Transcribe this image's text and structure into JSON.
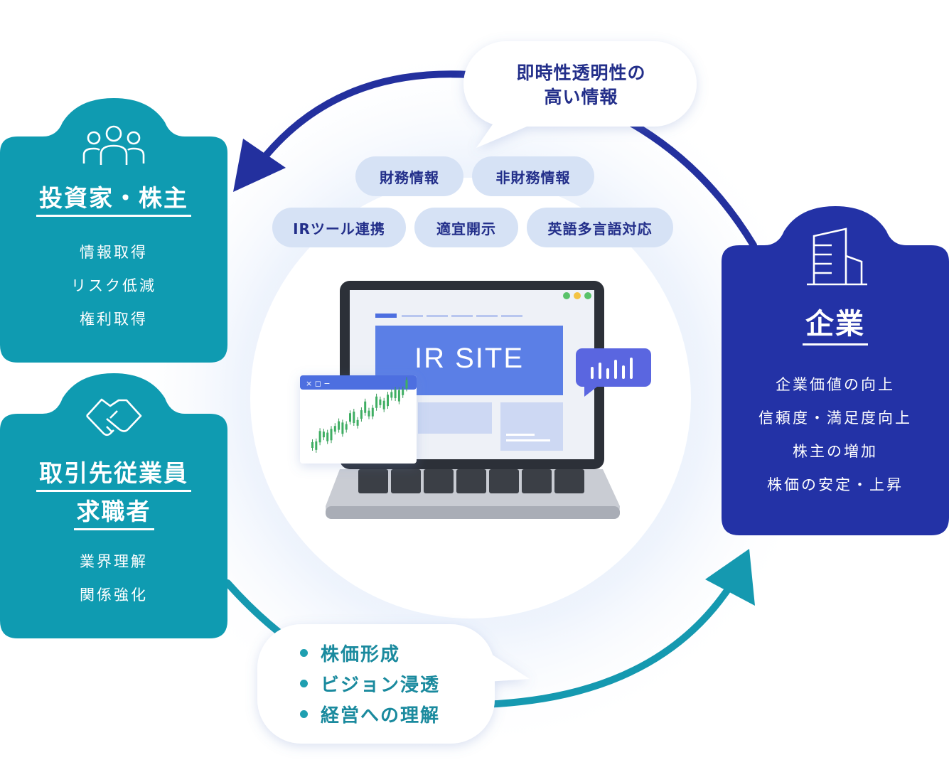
{
  "top_bubble": {
    "line1": "即時性透明性の",
    "line2": "高い情報"
  },
  "tags": [
    "財務情報",
    "非財務情報",
    "IRツール連携",
    "適宜開示",
    "英語多言語対応"
  ],
  "center": {
    "screen_title": "IR SITE"
  },
  "investors": {
    "title": "投資家・株主",
    "items": [
      "情報取得",
      "リスク低減",
      "権利取得"
    ]
  },
  "partners": {
    "title_line1": "取引先従業員",
    "title_line2": "求職者",
    "items": [
      "業界理解",
      "関係強化"
    ]
  },
  "company": {
    "title": "企業",
    "items": [
      "企業価値の向上",
      "信頼度・満足度向上",
      "株主の増加",
      "株価の安定・上昇"
    ]
  },
  "bottom_bubble": {
    "items": [
      "株価形成",
      "ビジョン浸透",
      "経営への理解"
    ]
  },
  "colors": {
    "teal": "#0f9bb1",
    "navy": "#232f9e",
    "pill": "#d6e2f5",
    "screen": "#5b7fe6"
  },
  "icons": [
    "people-icon",
    "handshake-icon",
    "building-icon",
    "bar-chart-bubble-icon",
    "stock-chart-window"
  ]
}
